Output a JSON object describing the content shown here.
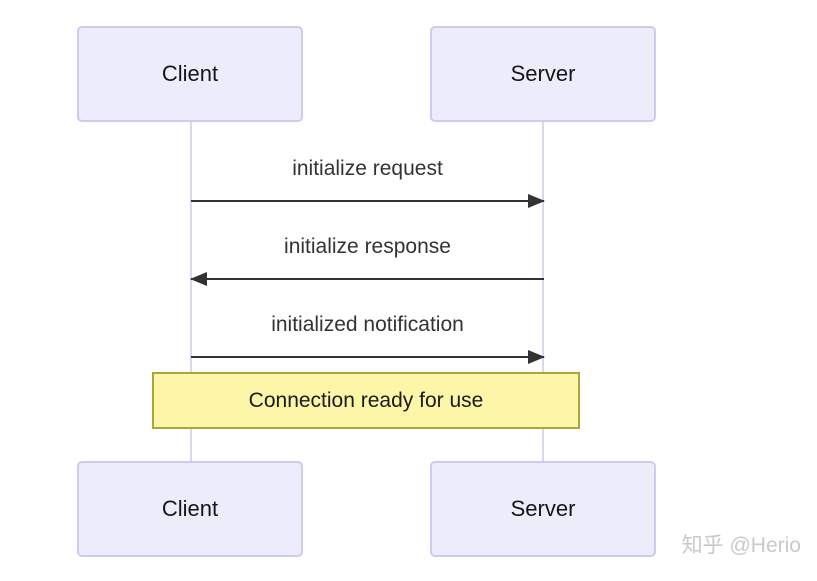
{
  "diagram": {
    "type": "sequence",
    "actors": [
      {
        "name": "Client"
      },
      {
        "name": "Server"
      }
    ],
    "messages": [
      {
        "label": "initialize request",
        "from": "Client",
        "to": "Server",
        "direction": "right",
        "line_style": "solid"
      },
      {
        "label": "initialize response",
        "from": "Server",
        "to": "Client",
        "direction": "left",
        "line_style": "solid"
      },
      {
        "label": "initialized notification",
        "from": "Client",
        "to": "Server",
        "direction": "right",
        "line_style": "solid"
      }
    ],
    "note": {
      "label": "Connection ready for use",
      "over": "Client,Server"
    }
  },
  "watermark": {
    "text": "知乎 @Herio"
  },
  "colors": {
    "actor_fill": "#ececfb",
    "actor_border": "#cfcbec",
    "lifeline": "#d9d6ef",
    "arrow": "#333333",
    "message_text": "#333333",
    "actor_text": "#161616",
    "note_fill": "#fdf6a9",
    "note_border": "#a8a839",
    "note_text": "#1a1a1a",
    "watermark_text": "#c9c9c9",
    "background": "#ffffff"
  }
}
